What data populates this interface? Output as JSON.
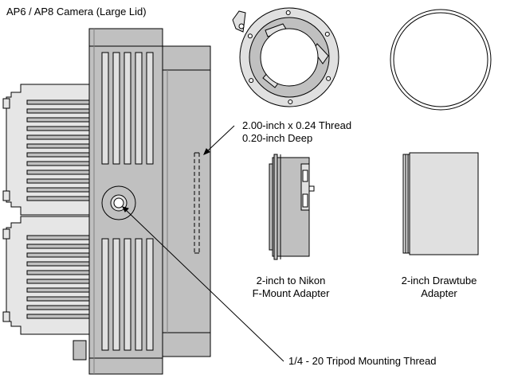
{
  "title": "AP6 / AP8 Camera (Large Lid)",
  "callouts": {
    "thread_line1": "2.00-inch x 0.24 Thread",
    "thread_line2": "0.20-inch Deep",
    "tripod": "1/4 - 20 Tripod Mounting Thread"
  },
  "adapters": {
    "nikon_line1": "2-inch to Nikon",
    "nikon_line2": "F-Mount Adapter",
    "drawtube_line1": "2-inch Drawtube",
    "drawtube_line2": "Adapter"
  },
  "colors": {
    "body_gray": "#c0c0c0",
    "light_gray": "#e0e0e0",
    "outline": "#000000",
    "background": "#ffffff"
  }
}
